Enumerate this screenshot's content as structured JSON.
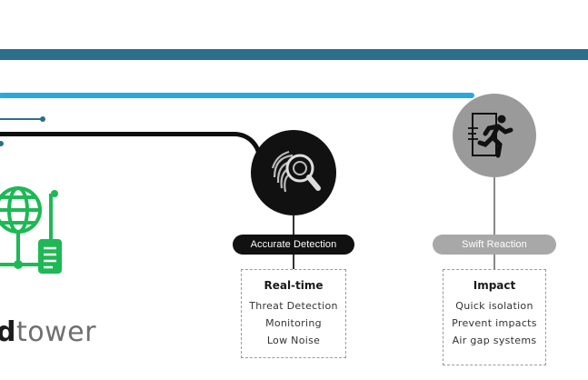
{
  "colors": {
    "top_bar": "#2c6e8c",
    "blue_line": "#29a8e0",
    "black_line": "#0f0f0f",
    "green": "#1db954",
    "detection_circle": "#111111",
    "reaction_circle": "#9a9a9a",
    "detection_pill": "#111111",
    "reaction_pill": "#a8a8a8",
    "card_border": "#9a9a9a"
  },
  "brand": {
    "part_bold": "d",
    "part_light": "tower",
    "logo_icon": "globe-document-icon"
  },
  "stages": [
    {
      "icon": "fingerprint-magnifier-icon",
      "label": "Accurate Detection",
      "card": {
        "title": "Real-time",
        "items": [
          "Threat Detection",
          "Monitoring",
          "Low Noise"
        ]
      }
    },
    {
      "icon": "running-exit-icon",
      "label": "Swift Reaction",
      "card": {
        "title": "Impact",
        "items": [
          "Quick isolation",
          "Prevent impacts",
          "Air gap systems"
        ]
      }
    }
  ]
}
